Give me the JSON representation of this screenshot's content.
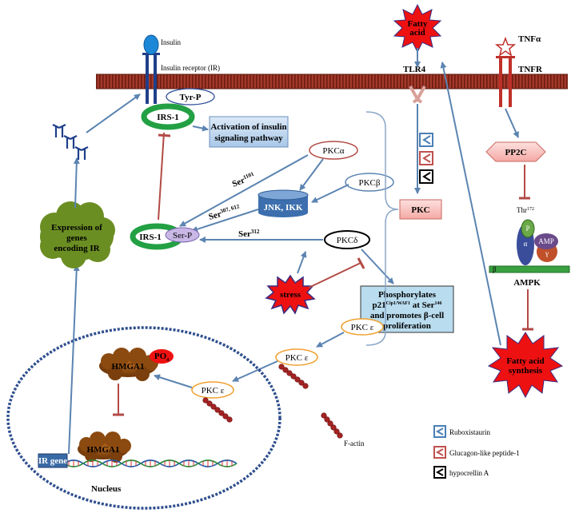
{
  "insulin": "Insulin",
  "insulin_receptor": "Insulin receptor (IR)",
  "irs1_top": "IRS-1",
  "tyr_p": "Tyr-P",
  "activation": {
    "line1": "Activation of insulin",
    "line2": "signaling pathway"
  },
  "pkc_alpha": "PKCα",
  "pkc_beta": "PKCβ",
  "pkc_delta": "PKCδ",
  "jnk_ikk": "JNK, IKK",
  "ser_1101": {
    "base": "Ser",
    "sup": "1101"
  },
  "ser_307": {
    "base": "Ser",
    "sup": "307, 612"
  },
  "ser_312": {
    "base": "Ser",
    "sup": "312"
  },
  "irs1_bottom": "IRS-1",
  "ser_p": "Ser-P",
  "expression": {
    "line1": "Expression of",
    "line2": "genes",
    "line3": "encoding IR"
  },
  "stress": "stress",
  "phosphorylates": {
    "line1": "Phosphorylates",
    "line2_base": "p21",
    "line2_sup": "Cip1/WAF1",
    "line2_mid": " at Ser",
    "line2_sup2": "146",
    "line3": "and promotes β-cell",
    "line4": "proliferation"
  },
  "pkc_epsilon": "PKC ε",
  "pkc": "PKC",
  "fatty_acid": {
    "line1": "Fatty",
    "line2": "acid"
  },
  "tlr4": "TLR4",
  "tnf_alpha": "TNFα",
  "tnfr": "TNFR",
  "pp2c": "PP2C",
  "thr": {
    "base": "Thr",
    "sup": "172"
  },
  "p": "P",
  "alpha": "α",
  "beta": "β",
  "gamma": "γ",
  "amp": "AMP",
  "ampk": "AMPK",
  "fatty_acid_synthesis": {
    "line1": "Fatty acid",
    "line2": "synthesis"
  },
  "hmga1": "HMGA1",
  "po4": {
    "base": "PO",
    "sub": "4"
  },
  "ir_gene": "IR gene",
  "nucleus": "Nucleus",
  "f_actin": "F-actin",
  "legend": [
    {
      "label": "Ruboxistaurin",
      "color": "#4a7fb5"
    },
    {
      "label": "Glucagon-like peptide-1",
      "color": "#c0504d"
    },
    {
      "label": "hypocrellin A",
      "color": "#000000"
    }
  ],
  "colors": {
    "membrane": "#9b2c1f",
    "arrow": "#5b84b1",
    "inhibit": "#b24a45",
    "irs_green": "#2ea84a",
    "cloud_green": "#6b8e23",
    "hmga_brown": "#8b4a10",
    "burst_red": "#ee1111"
  }
}
